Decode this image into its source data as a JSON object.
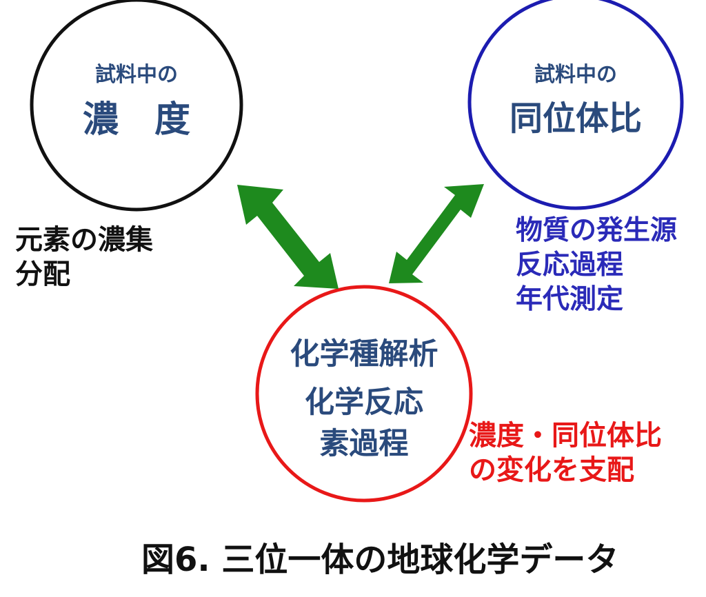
{
  "nodes": {
    "concentration": {
      "line1": "試料中の",
      "line2": "濃　度",
      "border_color": "#111111"
    },
    "isotope": {
      "line1": "試料中の",
      "line2": "同位体比",
      "border_color": "#1c1cb0"
    },
    "chemistry": {
      "line1": "化学種解析",
      "line2": "化学反応",
      "line3": "素過程",
      "border_color": "#e81818"
    }
  },
  "notes": {
    "concentration": {
      "line1": "元素の濃集",
      "line2": "分配",
      "color": "#111111"
    },
    "isotope": {
      "line1": "物質の発生源",
      "line2": "反応過程",
      "line3": "年代測定",
      "color": "#2a2ab8"
    },
    "chemistry": {
      "line1": "濃度・同位体比",
      "line2": "の変化を支配",
      "color": "#e81818"
    }
  },
  "arrows": {
    "color": "#1e8a1e",
    "style": "double-headed"
  },
  "caption": "図6. 三位一体の地球化学データ"
}
